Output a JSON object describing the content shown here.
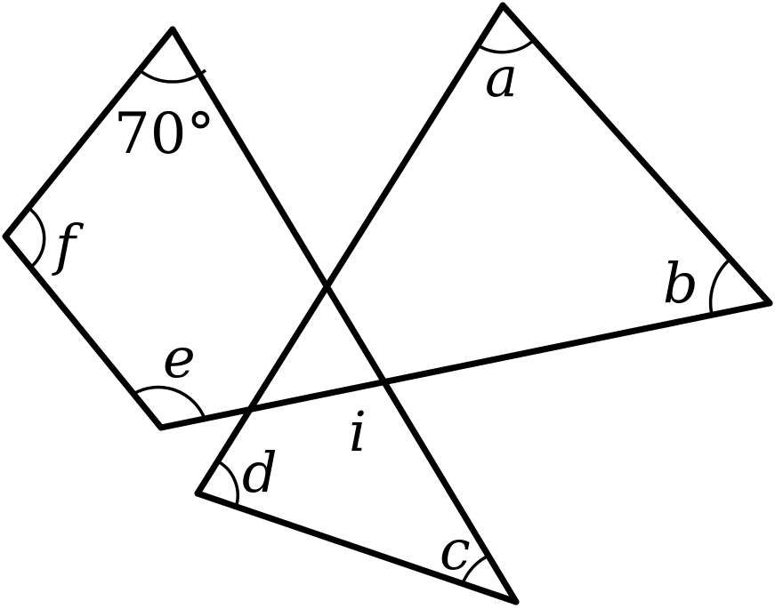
{
  "diagram": {
    "known_angle": "70°",
    "angle_labels": {
      "a": "a",
      "b": "b",
      "c": "c",
      "d": "d",
      "e": "e",
      "f": "f",
      "i": "i"
    }
  }
}
